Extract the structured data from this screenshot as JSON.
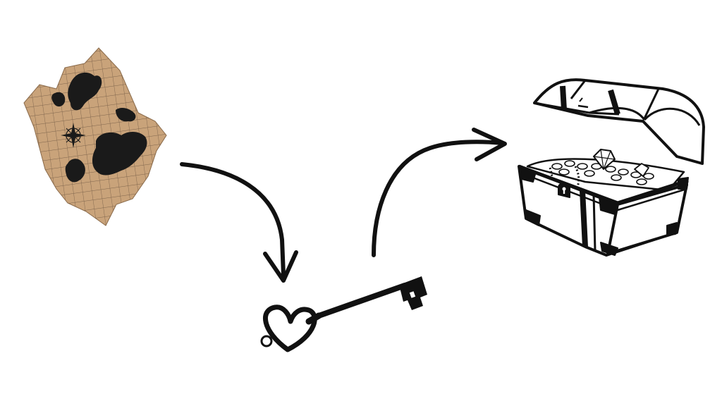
{
  "diagram": {
    "nodes": [
      {
        "id": "map",
        "icon": "treasure-map-icon"
      },
      {
        "id": "key",
        "icon": "skeleton-key-icon"
      },
      {
        "id": "chest",
        "icon": "treasure-chest-icon"
      }
    ],
    "edges": [
      {
        "from": "map",
        "to": "key",
        "icon": "curved-arrow-icon"
      },
      {
        "from": "key",
        "to": "chest",
        "icon": "curved-arrow-icon"
      }
    ]
  },
  "colors": {
    "background": "#ffffff",
    "ink": "#111111",
    "parchment": "#c9a37a"
  }
}
